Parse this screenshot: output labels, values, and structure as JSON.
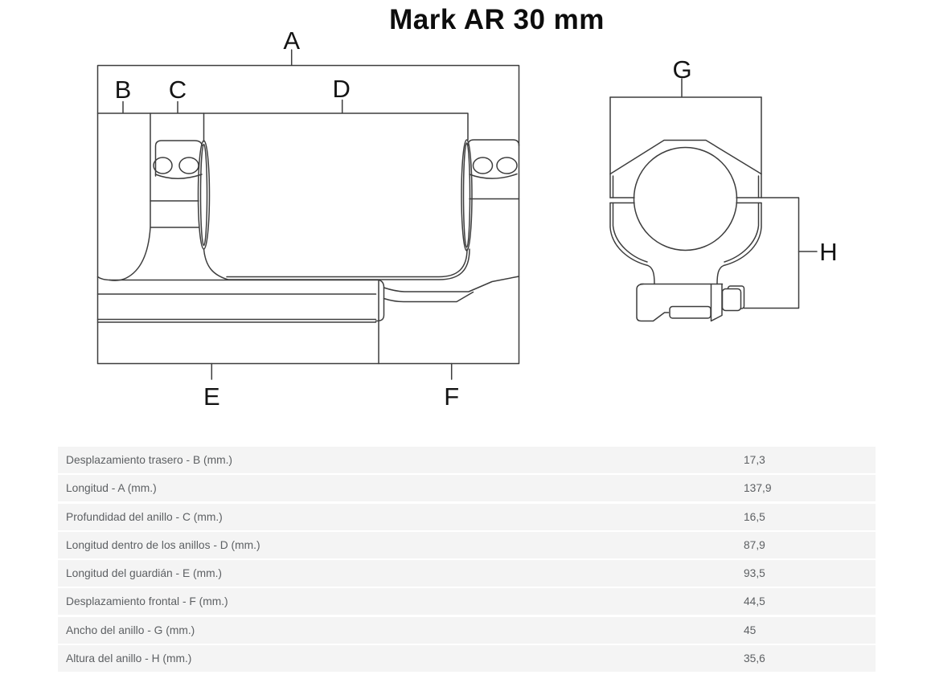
{
  "title": "Mark AR 30 mm",
  "diagram": {
    "labels": {
      "a": "A",
      "b": "B",
      "c": "C",
      "d": "D",
      "e": "E",
      "f": "F",
      "g": "G",
      "h": "H"
    }
  },
  "table": {
    "rows": [
      {
        "label": "Desplazamiento trasero - B (mm.)",
        "value": "17,3"
      },
      {
        "label": "Longitud - A (mm.)",
        "value": "137,9"
      },
      {
        "label": "Profundidad del anillo - C (mm.)",
        "value": "16,5"
      },
      {
        "label": "Longitud dentro de los anillos - D (mm.)",
        "value": "87,9"
      },
      {
        "label": "Longitud del guardián - E (mm.)",
        "value": "93,5"
      },
      {
        "label": "Desplazamiento frontal - F (mm.)",
        "value": "44,5"
      },
      {
        "label": "Ancho del anillo - G (mm.)",
        "value": "45"
      },
      {
        "label": "Altura del anillo - H (mm.)",
        "value": "35,6"
      }
    ]
  },
  "colors": {
    "line": "#3d3d3d",
    "title_text": "#0d0d0d",
    "dimension_label_text": "#141414",
    "row_background": "#f4f4f4",
    "row_text": "#5d6063"
  }
}
